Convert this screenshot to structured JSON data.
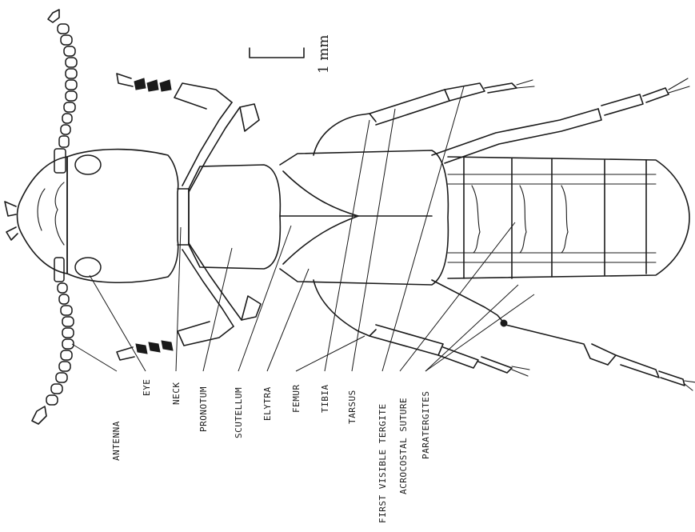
{
  "scale_bar": {
    "label": "1 mm"
  },
  "labels": [
    {
      "id": "antenna",
      "text": "ANTENNA"
    },
    {
      "id": "eye",
      "text": "EYE"
    },
    {
      "id": "neck",
      "text": "NECK"
    },
    {
      "id": "pronotum",
      "text": "PRONOTUM"
    },
    {
      "id": "scutellum",
      "text": "SCUTELLUM"
    },
    {
      "id": "elytra",
      "text": "ELYTRA"
    },
    {
      "id": "femur",
      "text": "FEMUR"
    },
    {
      "id": "tibia",
      "text": "TIBIA"
    },
    {
      "id": "tarsus",
      "text": "TARSUS"
    },
    {
      "id": "first-visible-tergite",
      "text": "FIRST VISIBLE TERGITE"
    },
    {
      "id": "acrocostal-suture",
      "text": "ACROCOSTAL SUTURE"
    },
    {
      "id": "paratergites",
      "text": "PARATERGITES"
    }
  ]
}
